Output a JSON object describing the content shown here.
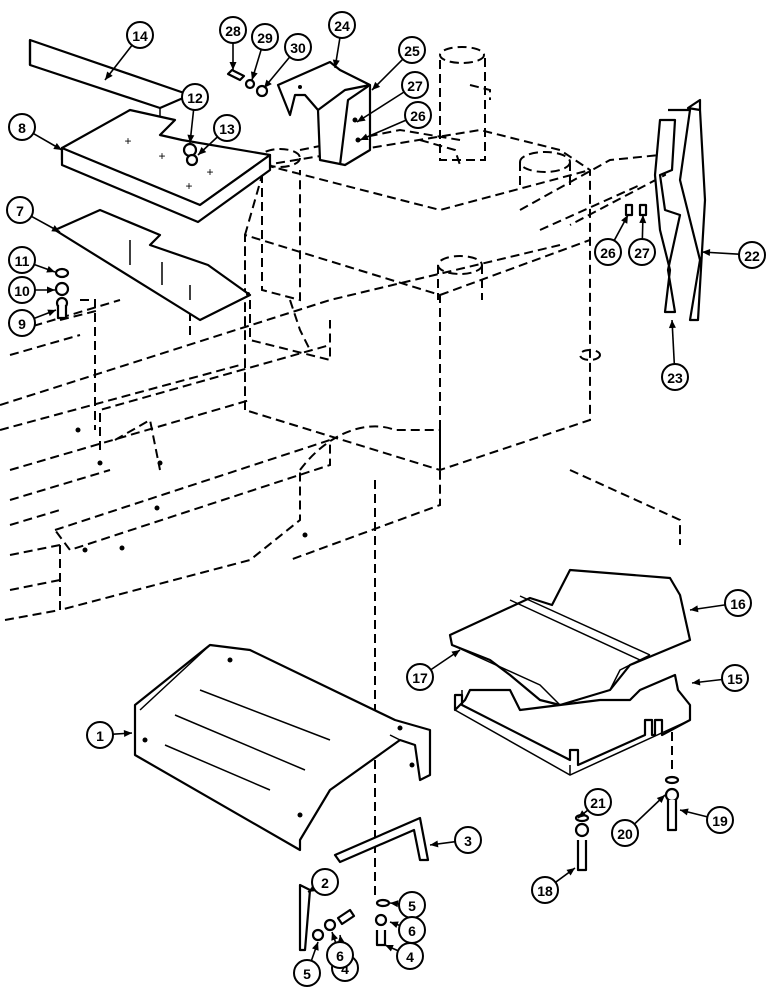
{
  "callouts": [
    {
      "label": "1"
    },
    {
      "label": "2"
    },
    {
      "label": "3"
    },
    {
      "label": "4"
    },
    {
      "label": "4"
    },
    {
      "label": "5"
    },
    {
      "label": "5"
    },
    {
      "label": "6"
    },
    {
      "label": "6"
    },
    {
      "label": "7"
    },
    {
      "label": "8"
    },
    {
      "label": "9"
    },
    {
      "label": "10"
    },
    {
      "label": "11"
    },
    {
      "label": "12"
    },
    {
      "label": "13"
    },
    {
      "label": "14"
    },
    {
      "label": "15"
    },
    {
      "label": "16"
    },
    {
      "label": "17"
    },
    {
      "label": "18"
    },
    {
      "label": "19"
    },
    {
      "label": "20"
    },
    {
      "label": "21"
    },
    {
      "label": "22"
    },
    {
      "label": "23"
    },
    {
      "label": "24"
    },
    {
      "label": "25"
    },
    {
      "label": "26"
    },
    {
      "label": "26"
    },
    {
      "label": "27"
    },
    {
      "label": "27"
    },
    {
      "label": "28"
    },
    {
      "label": "29"
    },
    {
      "label": "30"
    }
  ]
}
